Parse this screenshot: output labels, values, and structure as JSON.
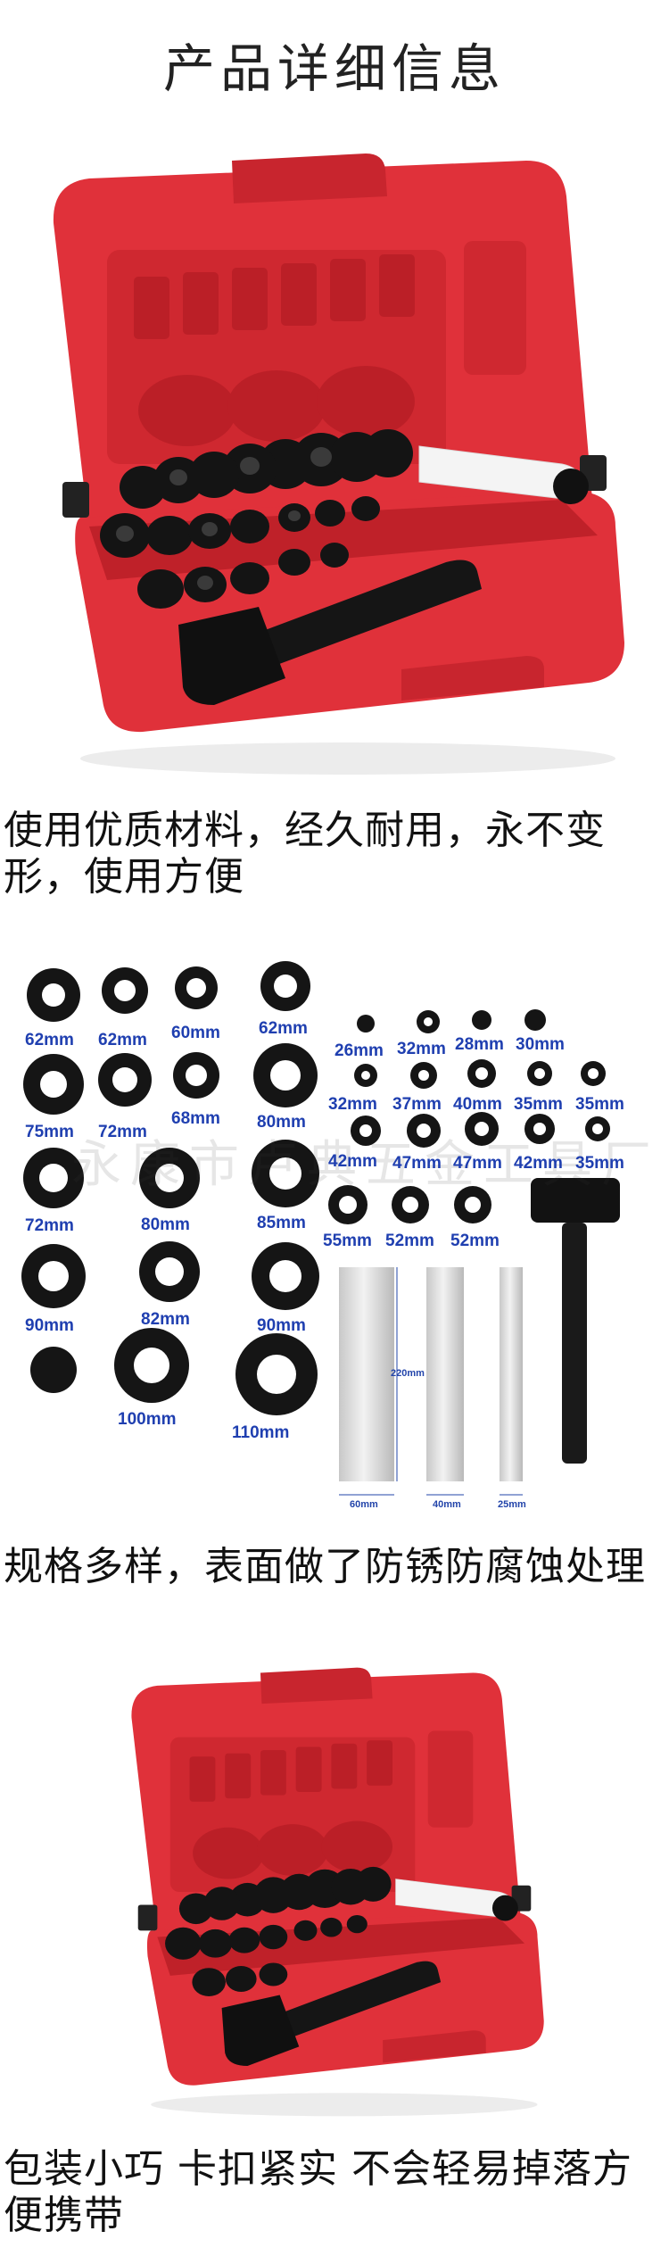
{
  "title": "产品详细信息",
  "captions": {
    "first": "使用优质材料，经久耐用，永不变形，使用方便",
    "second": "规格多样，表面做了防锈防腐蚀处理",
    "third": "包装小巧 卡扣紧实 不会轻易掉落方便携带"
  },
  "watermark": "永康市卢典五金工具厂",
  "colors": {
    "case_red": "#e0313a",
    "case_dark": "#b91f27",
    "label_blue": "#1f3fb0",
    "rubber": "#141414"
  },
  "spec_labels": {
    "left": [
      "62mm",
      "62mm",
      "60mm",
      "62mm",
      "75mm",
      "72mm",
      "68mm",
      "80mm",
      "72mm",
      "80mm",
      "85mm",
      "90mm",
      "82mm",
      "90mm",
      "100mm",
      "110mm"
    ],
    "right": [
      "26mm",
      "32mm",
      "28mm",
      "30mm",
      "32mm",
      "37mm",
      "40mm",
      "35mm",
      "35mm",
      "42mm",
      "47mm",
      "47mm",
      "42mm",
      "35mm",
      "55mm",
      "52mm",
      "52mm"
    ],
    "tubes": [
      "220mm",
      "60mm",
      "40mm",
      "25mm"
    ]
  }
}
